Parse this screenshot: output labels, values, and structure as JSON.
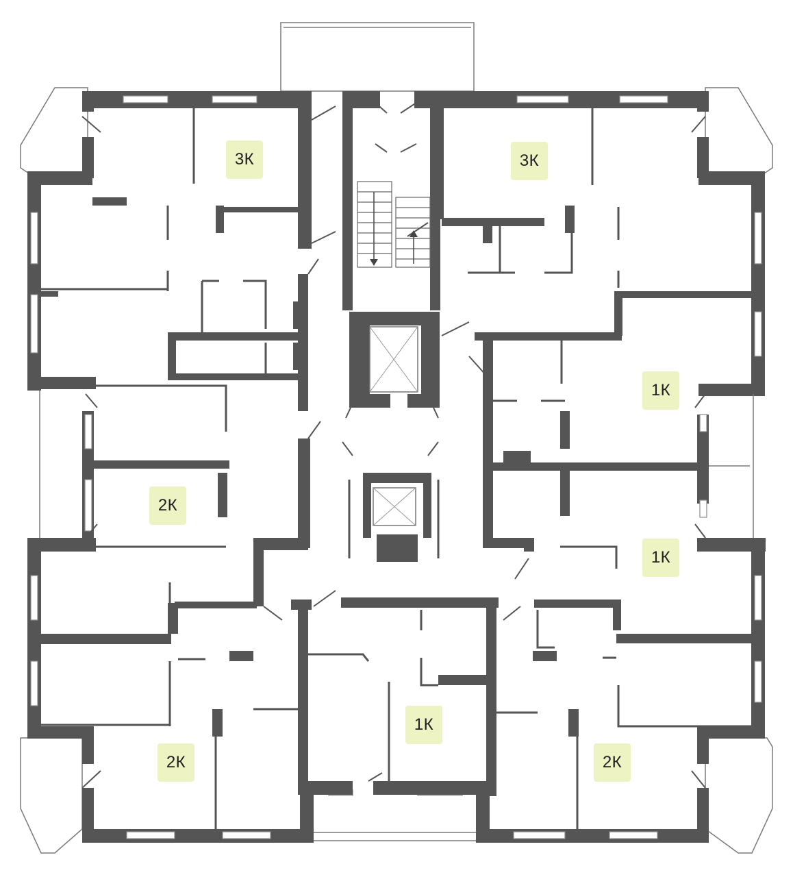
{
  "floor_plan": {
    "apartments": [
      {
        "id": "apt-3k-left",
        "label": "3К"
      },
      {
        "id": "apt-3k-right",
        "label": "3К"
      },
      {
        "id": "apt-1k-right-upper",
        "label": "1К"
      },
      {
        "id": "apt-2k-left-middle",
        "label": "2К"
      },
      {
        "id": "apt-1k-right-middle",
        "label": "1К"
      },
      {
        "id": "apt-1k-bottom-center",
        "label": "1К"
      },
      {
        "id": "apt-2k-bottom-left",
        "label": "2К"
      },
      {
        "id": "apt-2k-bottom-right",
        "label": "2К"
      }
    ]
  },
  "colors": {
    "wall": "#555555",
    "label_bg": "#eef3c4",
    "label_text": "#222222",
    "background": "#ffffff"
  },
  "icons": [
    "elevator-icon",
    "stair-up-arrow-icon",
    "stair-down-arrow-icon"
  ]
}
